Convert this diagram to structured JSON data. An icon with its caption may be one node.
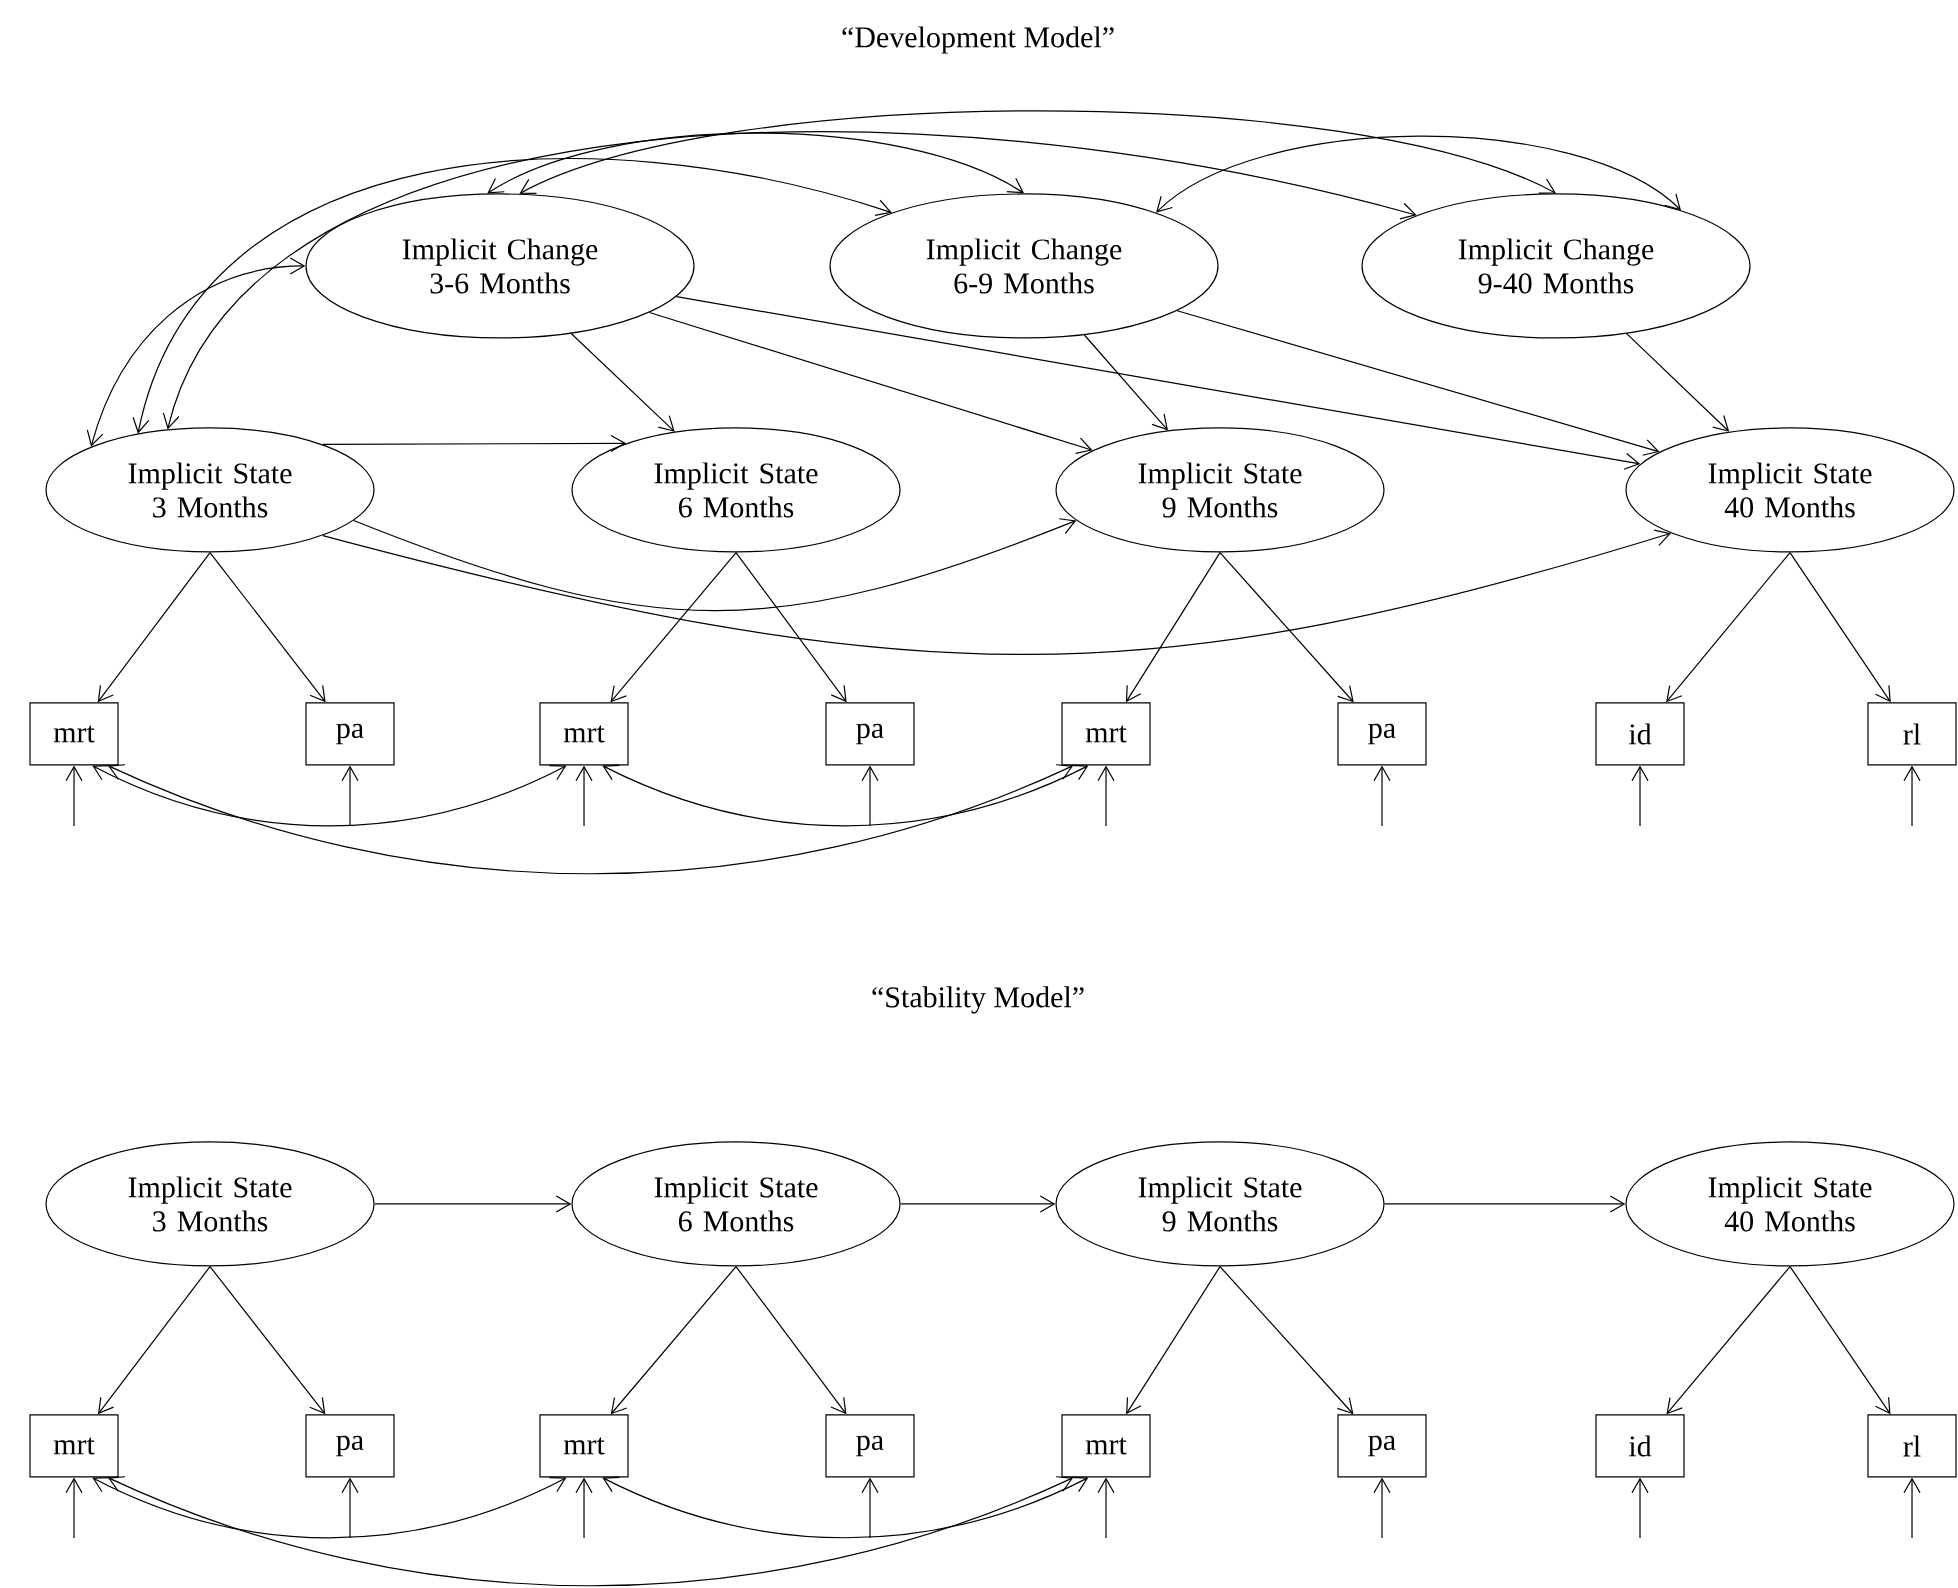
{
  "diagram": {
    "nodes": [
      {
        "text": [
          "Implicit Change 3-6 Months"
        ]
      },
      {
        "text": [
          "Implicit Change 6-9 Months"
        ]
      },
      {
        "text": [
          "Implicit Change 9-40 Months"
        ]
      },
      {
        "text": [
          "Implicit State 3 Months"
        ]
      },
      {
        "text": [
          "Implicit State 6 Months"
        ]
      },
      {
        "text": [
          "Implicit State 9 Months"
        ]
      },
      {
        "text": [
          "Implicit State 40 Months"
        ]
      },
      {
        "text": [
          "mrt"
        ]
      },
      {
        "text": [
          "pa"
        ]
      },
      {
        "text": [
          "mrt"
        ]
      },
      {
        "text": [
          "pa"
        ]
      },
      {
        "text": [
          "mrt"
        ]
      },
      {
        "text": [
          "pa"
        ]
      },
      {
        "text": [
          "id"
        ]
      },
      {
        "text": [
          "rl"
        ]
      },
      {
        "text": [
          "Implicit State 3 Months"
        ]
      },
      {
        "text": [
          "Implicit State 6 Months"
        ]
      },
      {
        "text": [
          "Implicit State 9 Months"
        ]
      },
      {
        "text": [
          "Implicit State 40 Months"
        ]
      },
      {
        "text": [
          "mrt"
        ]
      },
      {
        "text": [
          "pa"
        ]
      },
      {
        "text": [
          "mrt"
        ]
      },
      {
        "text": [
          "pa"
        ]
      },
      {
        "text": [
          "mrt"
        ]
      },
      {
        "text": [
          "pa"
        ]
      },
      {
        "text": [
          "id"
        ]
      },
      {
        "text": [
          "rl"
        ]
      }
    ],
    "edges": [
      {
        "from": 3,
        "to": 0,
        "arrow": "both"
      },
      {
        "from": 3,
        "to": 1,
        "arrow": "both"
      },
      {
        "from": 3,
        "to": 2,
        "arrow": "both"
      },
      {
        "from": 0,
        "to": 1,
        "arrow": "both"
      },
      {
        "from": 0,
        "to": 2,
        "arrow": "both"
      },
      {
        "from": 1,
        "to": 2,
        "arrow": "both"
      },
      {
        "from": 0,
        "to": 4,
        "arrow": "to"
      },
      {
        "from": 0,
        "to": 5,
        "arrow": "to"
      },
      {
        "from": 0,
        "to": 6,
        "arrow": "to"
      },
      {
        "from": 1,
        "to": 5,
        "arrow": "to"
      },
      {
        "from": 1,
        "to": 6,
        "arrow": "to"
      },
      {
        "from": 2,
        "to": 6,
        "arrow": "to"
      },
      {
        "from": 3,
        "to": 4,
        "arrow": "to"
      },
      {
        "from": 3,
        "to": 5,
        "arrow": "to"
      },
      {
        "from": 3,
        "to": 6,
        "arrow": "to"
      },
      {
        "from": 3,
        "to": 7,
        "arrow": "to"
      },
      {
        "from": 3,
        "to": 8,
        "arrow": "to"
      },
      {
        "from": 4,
        "to": 9,
        "arrow": "to"
      },
      {
        "from": 4,
        "to": 10,
        "arrow": "to"
      },
      {
        "from": 5,
        "to": 11,
        "arrow": "to"
      },
      {
        "from": 5,
        "to": 12,
        "arrow": "to"
      },
      {
        "from": 6,
        "to": 13,
        "arrow": "to"
      },
      {
        "from": 6,
        "to": 14,
        "arrow": "to"
      },
      {
        "from": null,
        "to": 7,
        "arrow": "to"
      },
      {
        "from": null,
        "to": 8,
        "arrow": "to"
      },
      {
        "from": null,
        "to": 9,
        "arrow": "to"
      },
      {
        "from": null,
        "to": 10,
        "arrow": "to"
      },
      {
        "from": null,
        "to": 11,
        "arrow": "to"
      },
      {
        "from": null,
        "to": 12,
        "arrow": "to"
      },
      {
        "from": null,
        "to": 13,
        "arrow": "to"
      },
      {
        "from": null,
        "to": 14,
        "arrow": "to"
      },
      {
        "from": 7,
        "to": 9,
        "arrow": "both"
      },
      {
        "from": 9,
        "to": 11,
        "arrow": "both"
      },
      {
        "from": 7,
        "to": 11,
        "arrow": "both"
      },
      {
        "from": 15,
        "to": 16,
        "arrow": "to"
      },
      {
        "from": 16,
        "to": 17,
        "arrow": "to"
      },
      {
        "from": 17,
        "to": 18,
        "arrow": "to"
      },
      {
        "from": 15,
        "to": 19,
        "arrow": "to"
      },
      {
        "from": 15,
        "to": 20,
        "arrow": "to"
      },
      {
        "from": 16,
        "to": 21,
        "arrow": "to"
      },
      {
        "from": 16,
        "to": 22,
        "arrow": "to"
      },
      {
        "from": 17,
        "to": 23,
        "arrow": "to"
      },
      {
        "from": 17,
        "to": 24,
        "arrow": "to"
      },
      {
        "from": 18,
        "to": 25,
        "arrow": "to"
      },
      {
        "from": 18,
        "to": 26,
        "arrow": "to"
      },
      {
        "from": null,
        "to": 19,
        "arrow": "to"
      },
      {
        "from": null,
        "to": 20,
        "arrow": "to"
      },
      {
        "from": null,
        "to": 21,
        "arrow": "to"
      },
      {
        "from": null,
        "to": 22,
        "arrow": "to"
      },
      {
        "from": null,
        "to": 23,
        "arrow": "to"
      },
      {
        "from": null,
        "to": 24,
        "arrow": "to"
      },
      {
        "from": null,
        "to": 25,
        "arrow": "to"
      },
      {
        "from": null,
        "to": 26,
        "arrow": "to"
      },
      {
        "from": 19,
        "to": 21,
        "arrow": "both"
      },
      {
        "from": 21,
        "to": 23,
        "arrow": "both"
      },
      {
        "from": 19,
        "to": 23,
        "arrow": "both"
      }
    ],
    "labels": [
      "“Development Model”",
      "“Stability Model”"
    ]
  }
}
